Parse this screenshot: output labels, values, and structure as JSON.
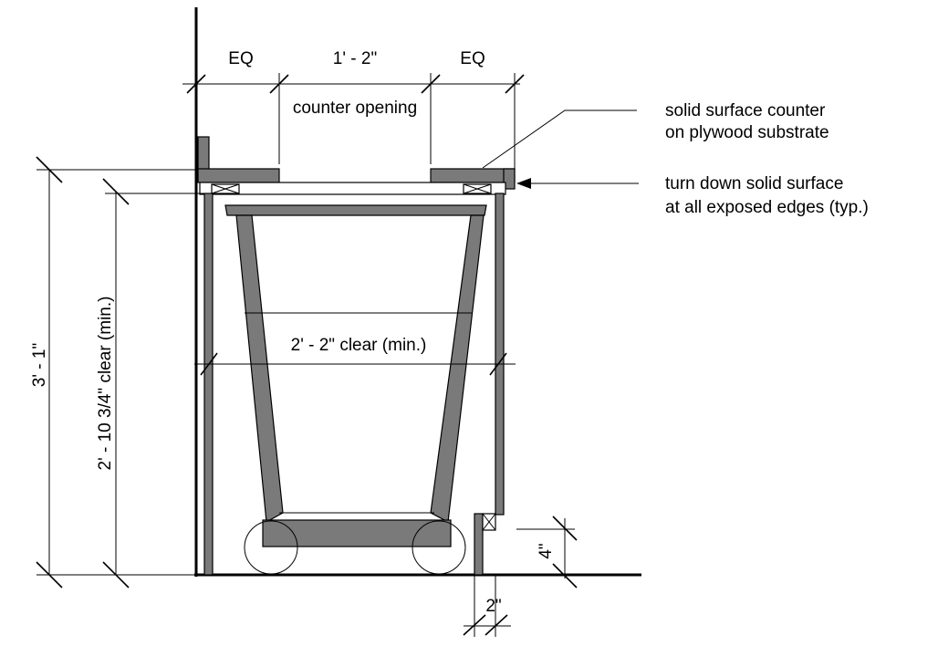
{
  "dimensions": {
    "eq_left": "EQ",
    "opening_width": "1' - 2\"",
    "eq_right": "EQ",
    "overall_height": "3' - 1\"",
    "clear_height": "2' - 10 3/4\" clear (min.)",
    "clear_width": "2' - 2\" clear (min.)",
    "toe_kick_height": "4\"",
    "toe_kick_depth": "2\""
  },
  "labels": {
    "counter_opening": "counter opening",
    "counter_note_line1": "solid surface counter",
    "counter_note_line2": "on plywood substrate",
    "edge_note_line1": "turn down solid surface",
    "edge_note_line2": "at all exposed edges (typ.)"
  },
  "colors": {
    "line": "#000000",
    "fill_gray": "#7a7a7a",
    "background": "#ffffff"
  }
}
